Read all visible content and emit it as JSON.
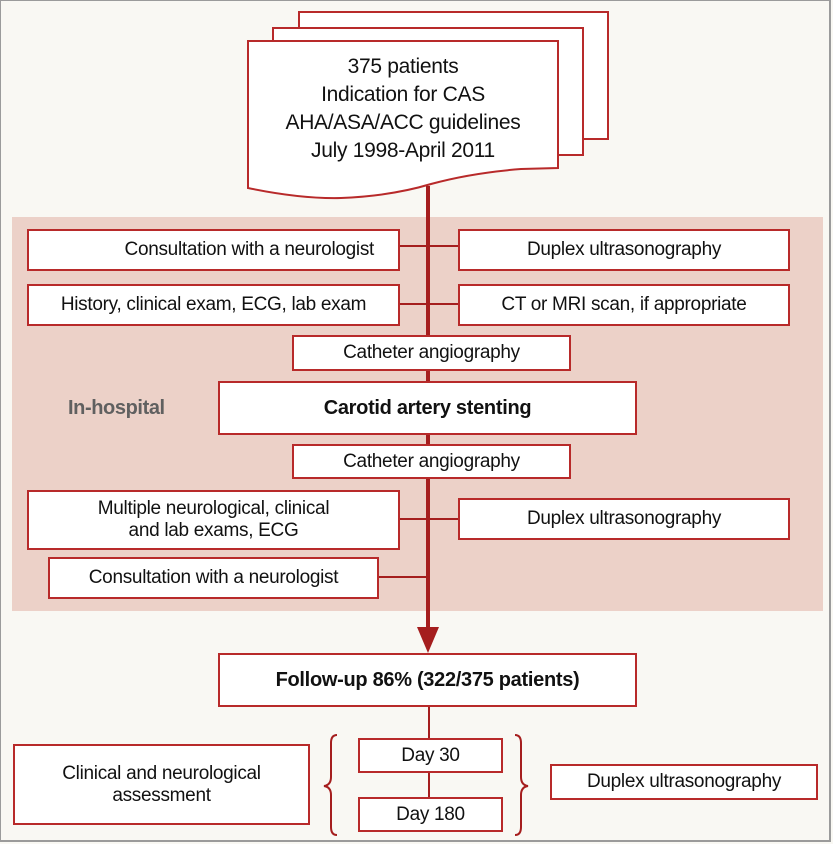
{
  "source": {
    "line1": "375 patients",
    "line2": "Indication for CAS",
    "line3": "AHA/ASA/ACC guidelines",
    "line4": "July 1998-April 2011"
  },
  "in_hospital": {
    "label": "In-hospital",
    "pre_left": [
      "Consultation with a neurologist",
      "History, clinical exam, ECG, lab exam"
    ],
    "pre_right": [
      "Duplex ultrasonography",
      "CT or MRI scan, if appropriate"
    ],
    "angio_before": "Catheter angiography",
    "procedure": "Carotid artery stenting",
    "angio_after": "Catheter angiography",
    "post_left": [
      "Multiple neurological, clinical\nand lab exams, ECG",
      "Consultation with a neurologist"
    ],
    "post_right": [
      "Duplex ultrasonography"
    ]
  },
  "follow_up": {
    "title": "Follow-up 86% (322/375 patients)",
    "left": "Clinical and neurological\nassessment",
    "days": [
      "Day 30",
      "Day 180"
    ],
    "right": "Duplex ultrasonography"
  },
  "colors": {
    "accent": "#a51e1e",
    "panel": "#ecd1c8",
    "background": "#f9f8f3"
  }
}
